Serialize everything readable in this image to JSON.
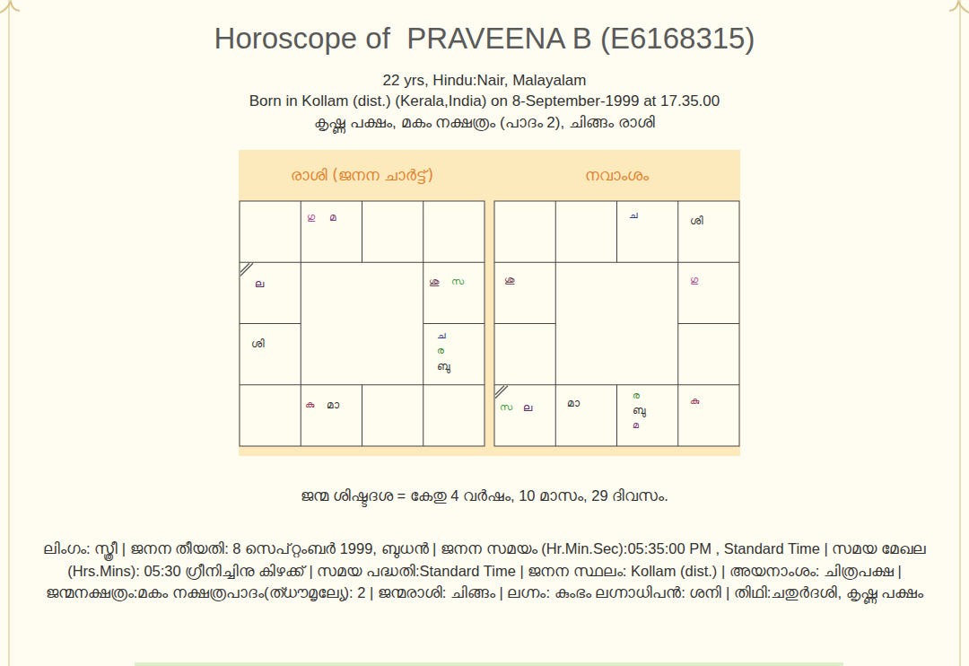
{
  "diagram": {
    "title": "Horoscope of  PRAVEENA B (E6168315)",
    "nodes": [
      {
        "text": [
          "രാശി (ജനന ചാർട്ട്)"
        ]
      },
      {
        "text": [
          "ഗു",
          "മ"
        ],
        "in": 0
      },
      {
        "text": [
          "ല"
        ],
        "in": 0
      },
      {
        "text": [
          "ശു",
          "സ"
        ],
        "in": 0
      },
      {
        "text": [
          "ശി"
        ],
        "in": 0
      },
      {
        "text": [
          "ച",
          "ര",
          "ബു"
        ],
        "in": 0
      },
      {
        "text": [
          "കു",
          "മാ"
        ],
        "in": 0
      },
      {
        "text": [
          "നവാംശം"
        ]
      },
      {
        "text": [
          "ച"
        ],
        "in": 7
      },
      {
        "text": [
          "ശി"
        ],
        "in": 7
      },
      {
        "text": [
          "ശു"
        ],
        "in": 7
      },
      {
        "text": [
          "ഗു"
        ],
        "in": 7
      },
      {
        "text": [
          "സ",
          "ല"
        ],
        "in": 7
      },
      {
        "text": [
          "മാ"
        ],
        "in": 7
      },
      {
        "text": [
          "ര",
          "ബു",
          "മ"
        ],
        "in": 7
      },
      {
        "text": [
          "കു"
        ],
        "in": 7
      }
    ],
    "labels": [
      "22 yrs, Hindu:Nair, Malayalam",
      "Born in Kollam (dist.) (Kerala,India) on 8-September-1999 at 17.35.00",
      "കൃഷ്ണ പക്ഷം, മകം നക്ഷത്രം (പാദം 2), ചിങ്ങം രാശി",
      "ജന്മ ശിഷ്ടദശ = കേതു 4 വര്‍ഷം, 10 മാസം, 29 ദിവസം.",
      "ലിംഗം: സ്ത്രീ | ജനന തീയതി: 8 സെപ്റ്റംബർ 1999, ബുധന്‍ | ജനന സമയം (Hr.Min.Sec):05:35:00 PM , Standard Time | സമയ മേഖല (Hrs.Mins): 05:30 ഗ്രീനിച്ചിനു കിഴക്ക് | സമയ പദ്ധതി:Standard Time | ജനന സ്ഥലം: Kollam (dist.) | അയനാംശം: ചിത്രപക്ഷ | ജന്മനക്ഷത്രം:മകം നക്ഷത്രപാദം(ത്ധൗമൃല്യേ): 2 | ജന്മരാശി: ചിങ്ങം | ലഗ്നം: കുംഭം ലഗ്നാധിപൻ: ശനി | തിഥി:ചതുർദശി, കൃഷ്ണ പക്ഷം"
    ]
  }
}
